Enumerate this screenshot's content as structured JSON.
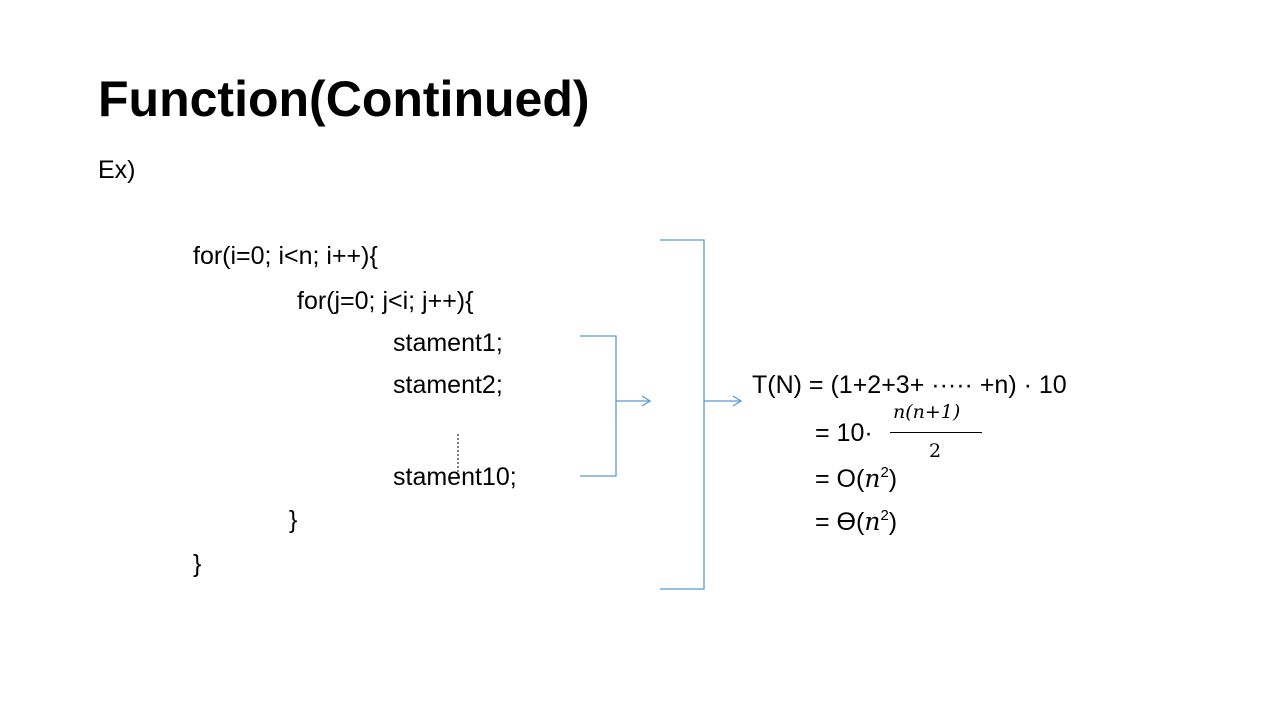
{
  "slide": {
    "title": "Function(Continued)",
    "example_label": "Ex)",
    "code_lines": [
      "for(i=0; i<n; i++){",
      "for(j=0; j<i; j++){",
      "stament1;",
      "stament2;",
      "stament10;",
      "}",
      "}"
    ],
    "equation": {
      "line1": "T(N) = (1+2+3+ ····· +n) · 10",
      "line2_prefix": "= 10·",
      "fraction_numerator": "n(n+1)",
      "fraction_denominator": "2",
      "line3_prefix": "= O(",
      "line3_base": "n",
      "line3_exponent": "2",
      "line3_suffix": ")",
      "line4_prefix": "= Ө(",
      "line4_base": "n",
      "line4_exponent": "2",
      "line4_suffix": ")"
    },
    "colors": {
      "text": "#000000",
      "bracket": "#5b9bd5",
      "dashed_line": "#000000",
      "background": "#ffffff"
    }
  }
}
